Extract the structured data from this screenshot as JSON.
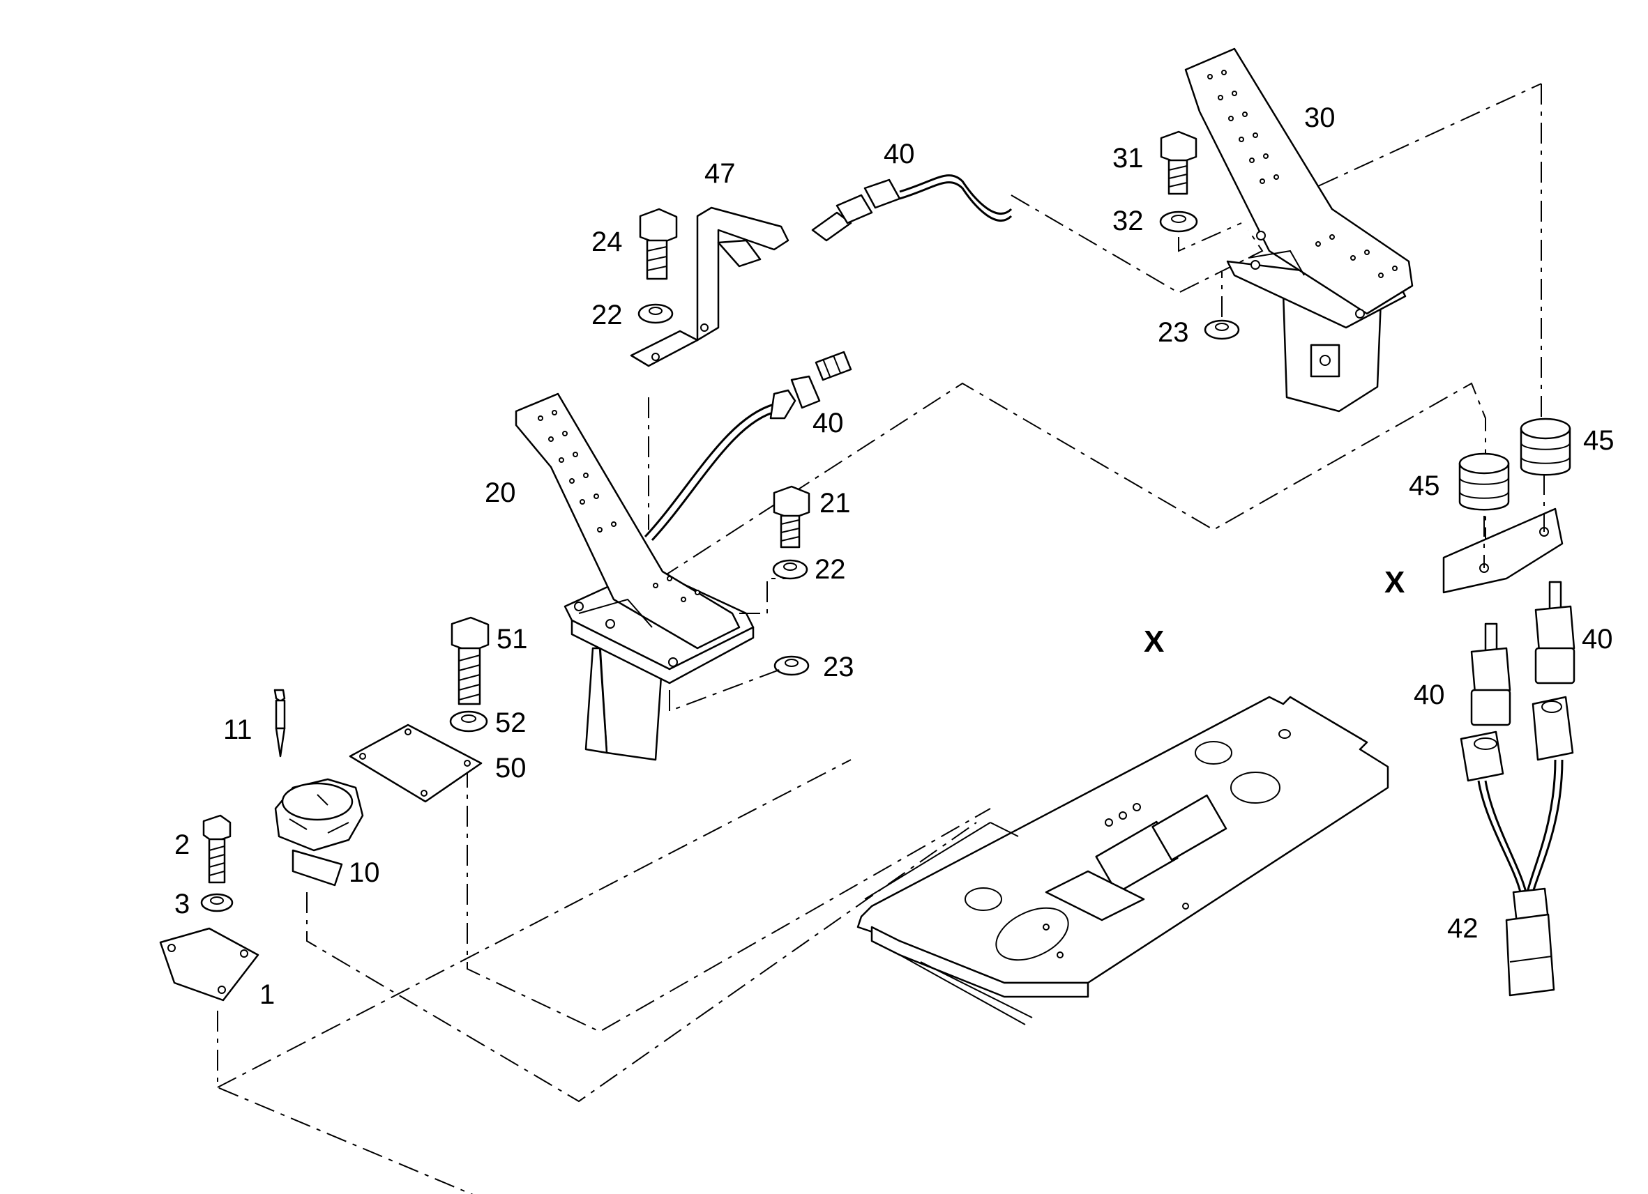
{
  "callouts": {
    "c1": "1",
    "c2": "2",
    "c3": "3",
    "c10": "10",
    "c11": "11",
    "c20": "20",
    "c21": "21",
    "c22a": "22",
    "c22b": "22",
    "c23a": "23",
    "c23b": "23",
    "c24": "24",
    "c30": "30",
    "c31": "31",
    "c32": "32",
    "c40a": "40",
    "c40b": "40",
    "c40c": "40",
    "c40d": "40",
    "c42": "42",
    "c45a": "45",
    "c45b": "45",
    "c47": "47",
    "c50": "50",
    "c51": "51",
    "c52": "52"
  },
  "markers": {
    "detail_x_floor": "X",
    "detail_x_plate": "X"
  }
}
